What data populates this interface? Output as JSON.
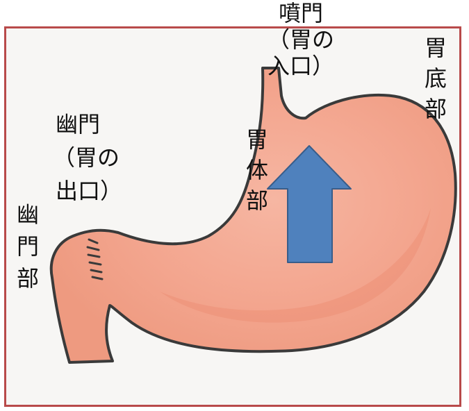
{
  "colors": {
    "frame": "#b84a4a",
    "stomach_fill": "#f3a58e",
    "stomach_shade": "#ee8f75",
    "outline": "#3a3a3a",
    "arrow": "#4f81bd",
    "arrow_stroke": "#385d8a"
  },
  "labels": {
    "cardia": {
      "l1": "噴門",
      "l2": "（胃の",
      "l3": "入口）"
    },
    "pylorus": {
      "l1": "幽門",
      "l2": "（胃の",
      "l3": "出口）"
    },
    "fundus": [
      "胃",
      "底",
      "部"
    ],
    "body": [
      "胃",
      "体",
      "部"
    ],
    "pyloric_part": [
      "幽",
      "門",
      "部"
    ]
  },
  "arrow": {
    "direction": "up",
    "icon": "up-arrow-icon"
  }
}
